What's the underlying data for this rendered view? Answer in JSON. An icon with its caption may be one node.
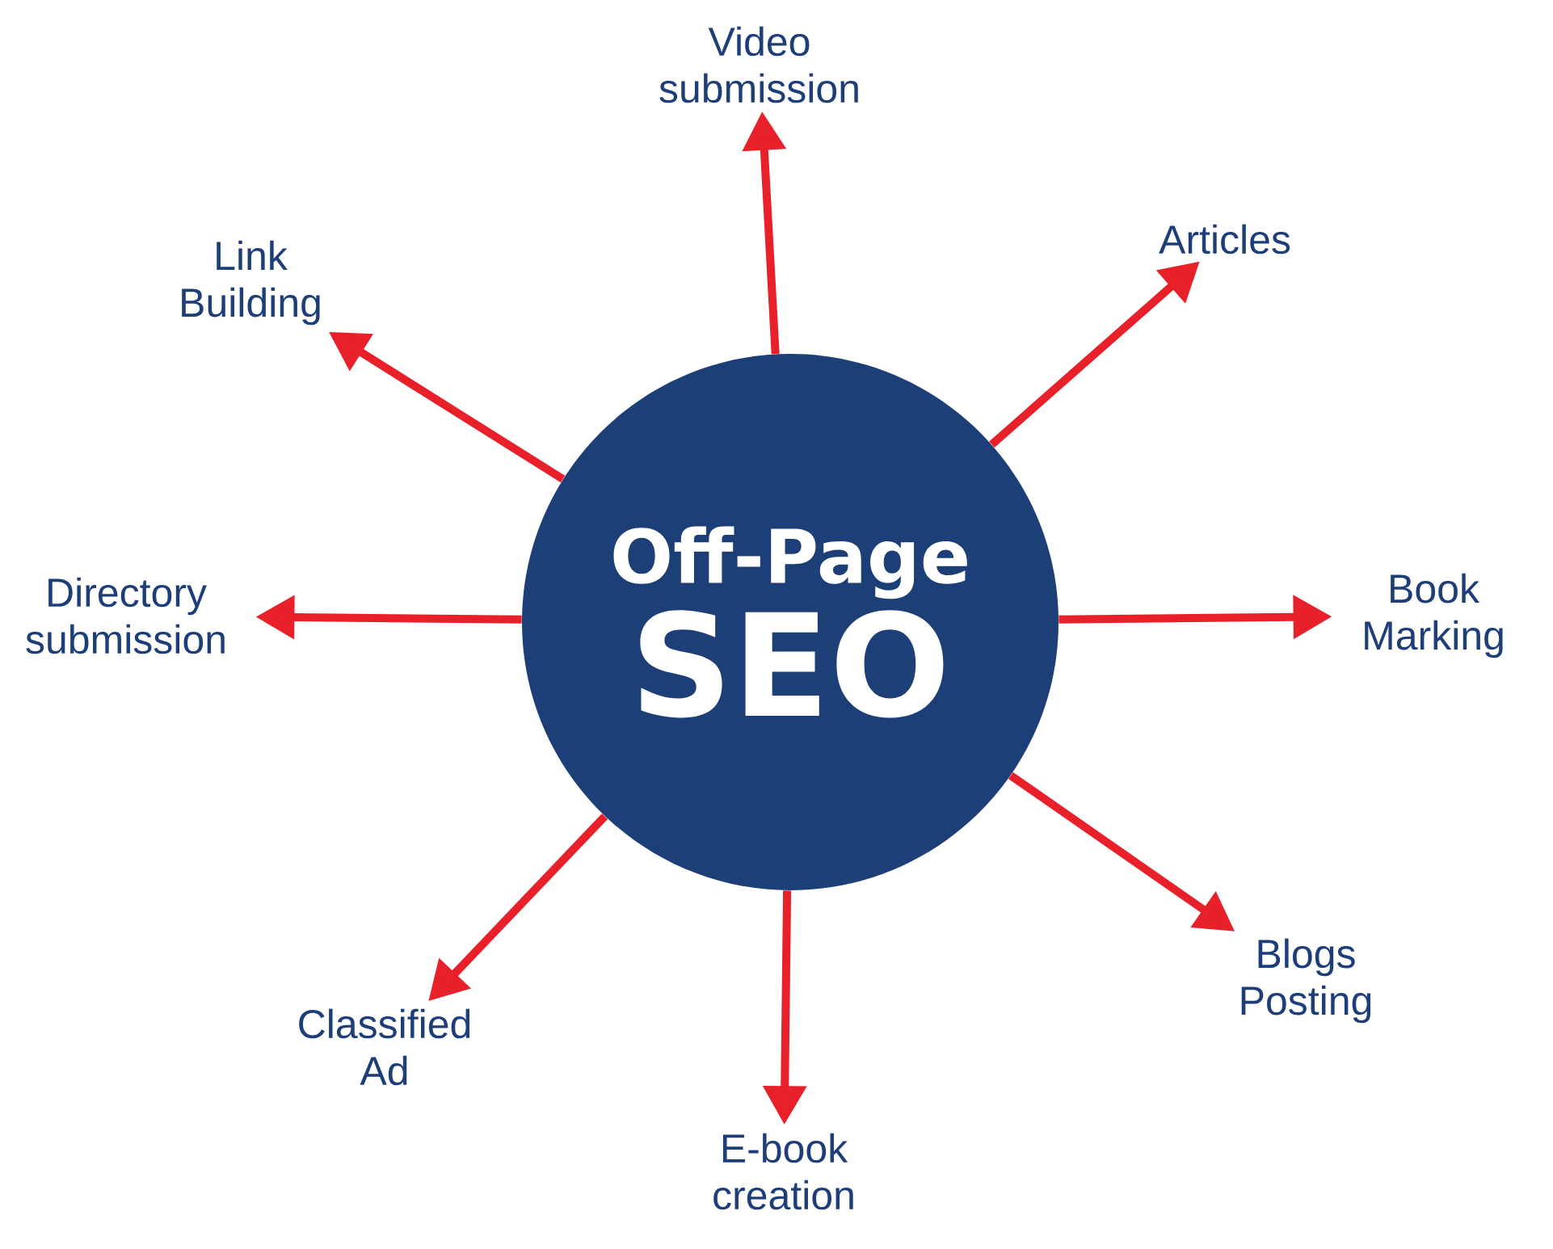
{
  "diagram": {
    "nodes": [
      {
        "text": [
          "Off-Page",
          "SEO"
        ]
      },
      {
        "text": [
          "Video submission"
        ]
      },
      {
        "text": [
          "Articles"
        ]
      },
      {
        "text": [
          "Book Marking"
        ]
      },
      {
        "text": [
          "Blogs Posting"
        ]
      },
      {
        "text": [
          "E-book creation"
        ]
      },
      {
        "text": [
          "Classified Ad"
        ]
      },
      {
        "text": [
          "Directory submission"
        ]
      },
      {
        "text": [
          "Link Building"
        ]
      }
    ],
    "edges": [
      {
        "from": 0,
        "to": 1,
        "arrow": "to"
      },
      {
        "from": 0,
        "to": 2,
        "arrow": "to"
      },
      {
        "from": 0,
        "to": 3,
        "arrow": "to"
      },
      {
        "from": 0,
        "to": 4,
        "arrow": "to"
      },
      {
        "from": 0,
        "to": 5,
        "arrow": "to"
      },
      {
        "from": 0,
        "to": 6,
        "arrow": "to"
      },
      {
        "from": 0,
        "to": 7,
        "arrow": "to"
      },
      {
        "from": 0,
        "to": 8,
        "arrow": "to"
      }
    ]
  }
}
